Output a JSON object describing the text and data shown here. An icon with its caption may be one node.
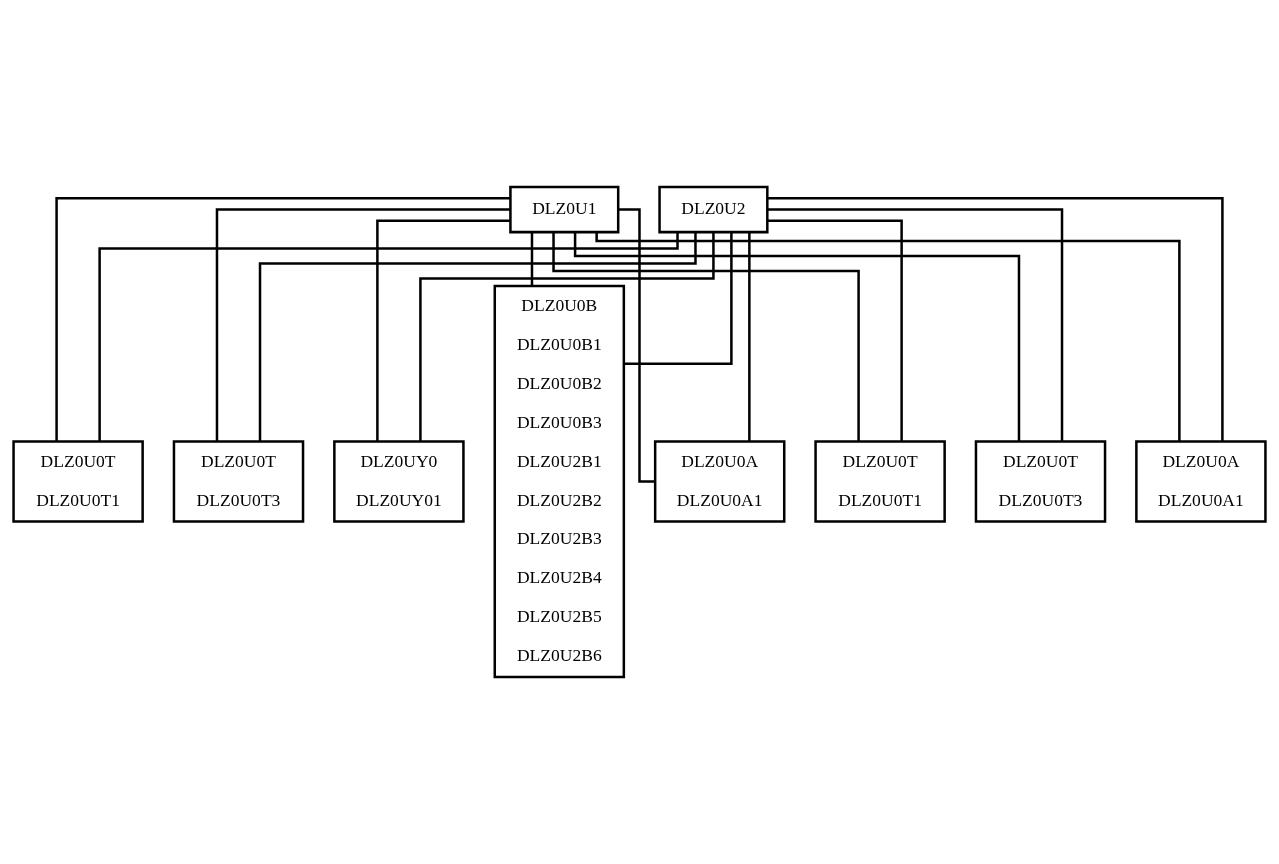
{
  "diagram": {
    "nodes": [
      {
        "text": [
          "DLZ0U1"
        ]
      },
      {
        "text": [
          "DLZ0U2"
        ]
      },
      {
        "text": [
          "DLZ0UY0",
          "DLZ0UY01"
        ]
      },
      {
        "text": [
          "DLZ0U0B",
          "DLZ0U0B1",
          "DLZ0U0B2",
          "DLZ0U0B3",
          "DLZ0U2B1",
          "DLZ0U2B2",
          "DLZ0U2B3",
          "DLZ0U2B4",
          "DLZ0U2B5",
          "DLZ0U2B6"
        ]
      },
      {
        "text": [
          "DLZ0U0A",
          "DLZ0U0A1"
        ]
      },
      {
        "text": [
          "DLZ0U0T",
          "DLZ0U0T1"
        ]
      },
      {
        "text": [
          "DLZ0U0T",
          "DLZ0U0T3"
        ]
      },
      {
        "text": [
          "DLZ0U0A",
          "DLZ0U0A1"
        ]
      },
      {
        "text": [
          "DLZ0U0T",
          "DLZ0U0T1"
        ]
      },
      {
        "text": [
          "DLZ0U0T",
          "DLZ0U0T3"
        ]
      }
    ],
    "edges": [
      {
        "from": 0,
        "to": 2,
        "arrow": "none"
      },
      {
        "from": 0,
        "to": 3,
        "arrow": "none"
      },
      {
        "from": 0,
        "to": 4,
        "arrow": "none"
      },
      {
        "from": 0,
        "to": 5,
        "arrow": "none"
      },
      {
        "from": 0,
        "to": 6,
        "arrow": "none"
      },
      {
        "from": 0,
        "to": 7,
        "arrow": "none"
      },
      {
        "from": 0,
        "to": 8,
        "arrow": "none"
      },
      {
        "from": 0,
        "to": 9,
        "arrow": "none"
      },
      {
        "from": 1,
        "to": 2,
        "arrow": "none"
      },
      {
        "from": 1,
        "to": 3,
        "arrow": "none"
      },
      {
        "from": 1,
        "to": 4,
        "arrow": "none"
      },
      {
        "from": 1,
        "to": 5,
        "arrow": "none"
      },
      {
        "from": 1,
        "to": 6,
        "arrow": "none"
      },
      {
        "from": 1,
        "to": 7,
        "arrow": "none"
      },
      {
        "from": 1,
        "to": 8,
        "arrow": "none"
      },
      {
        "from": 1,
        "to": 9,
        "arrow": "none"
      }
    ]
  }
}
